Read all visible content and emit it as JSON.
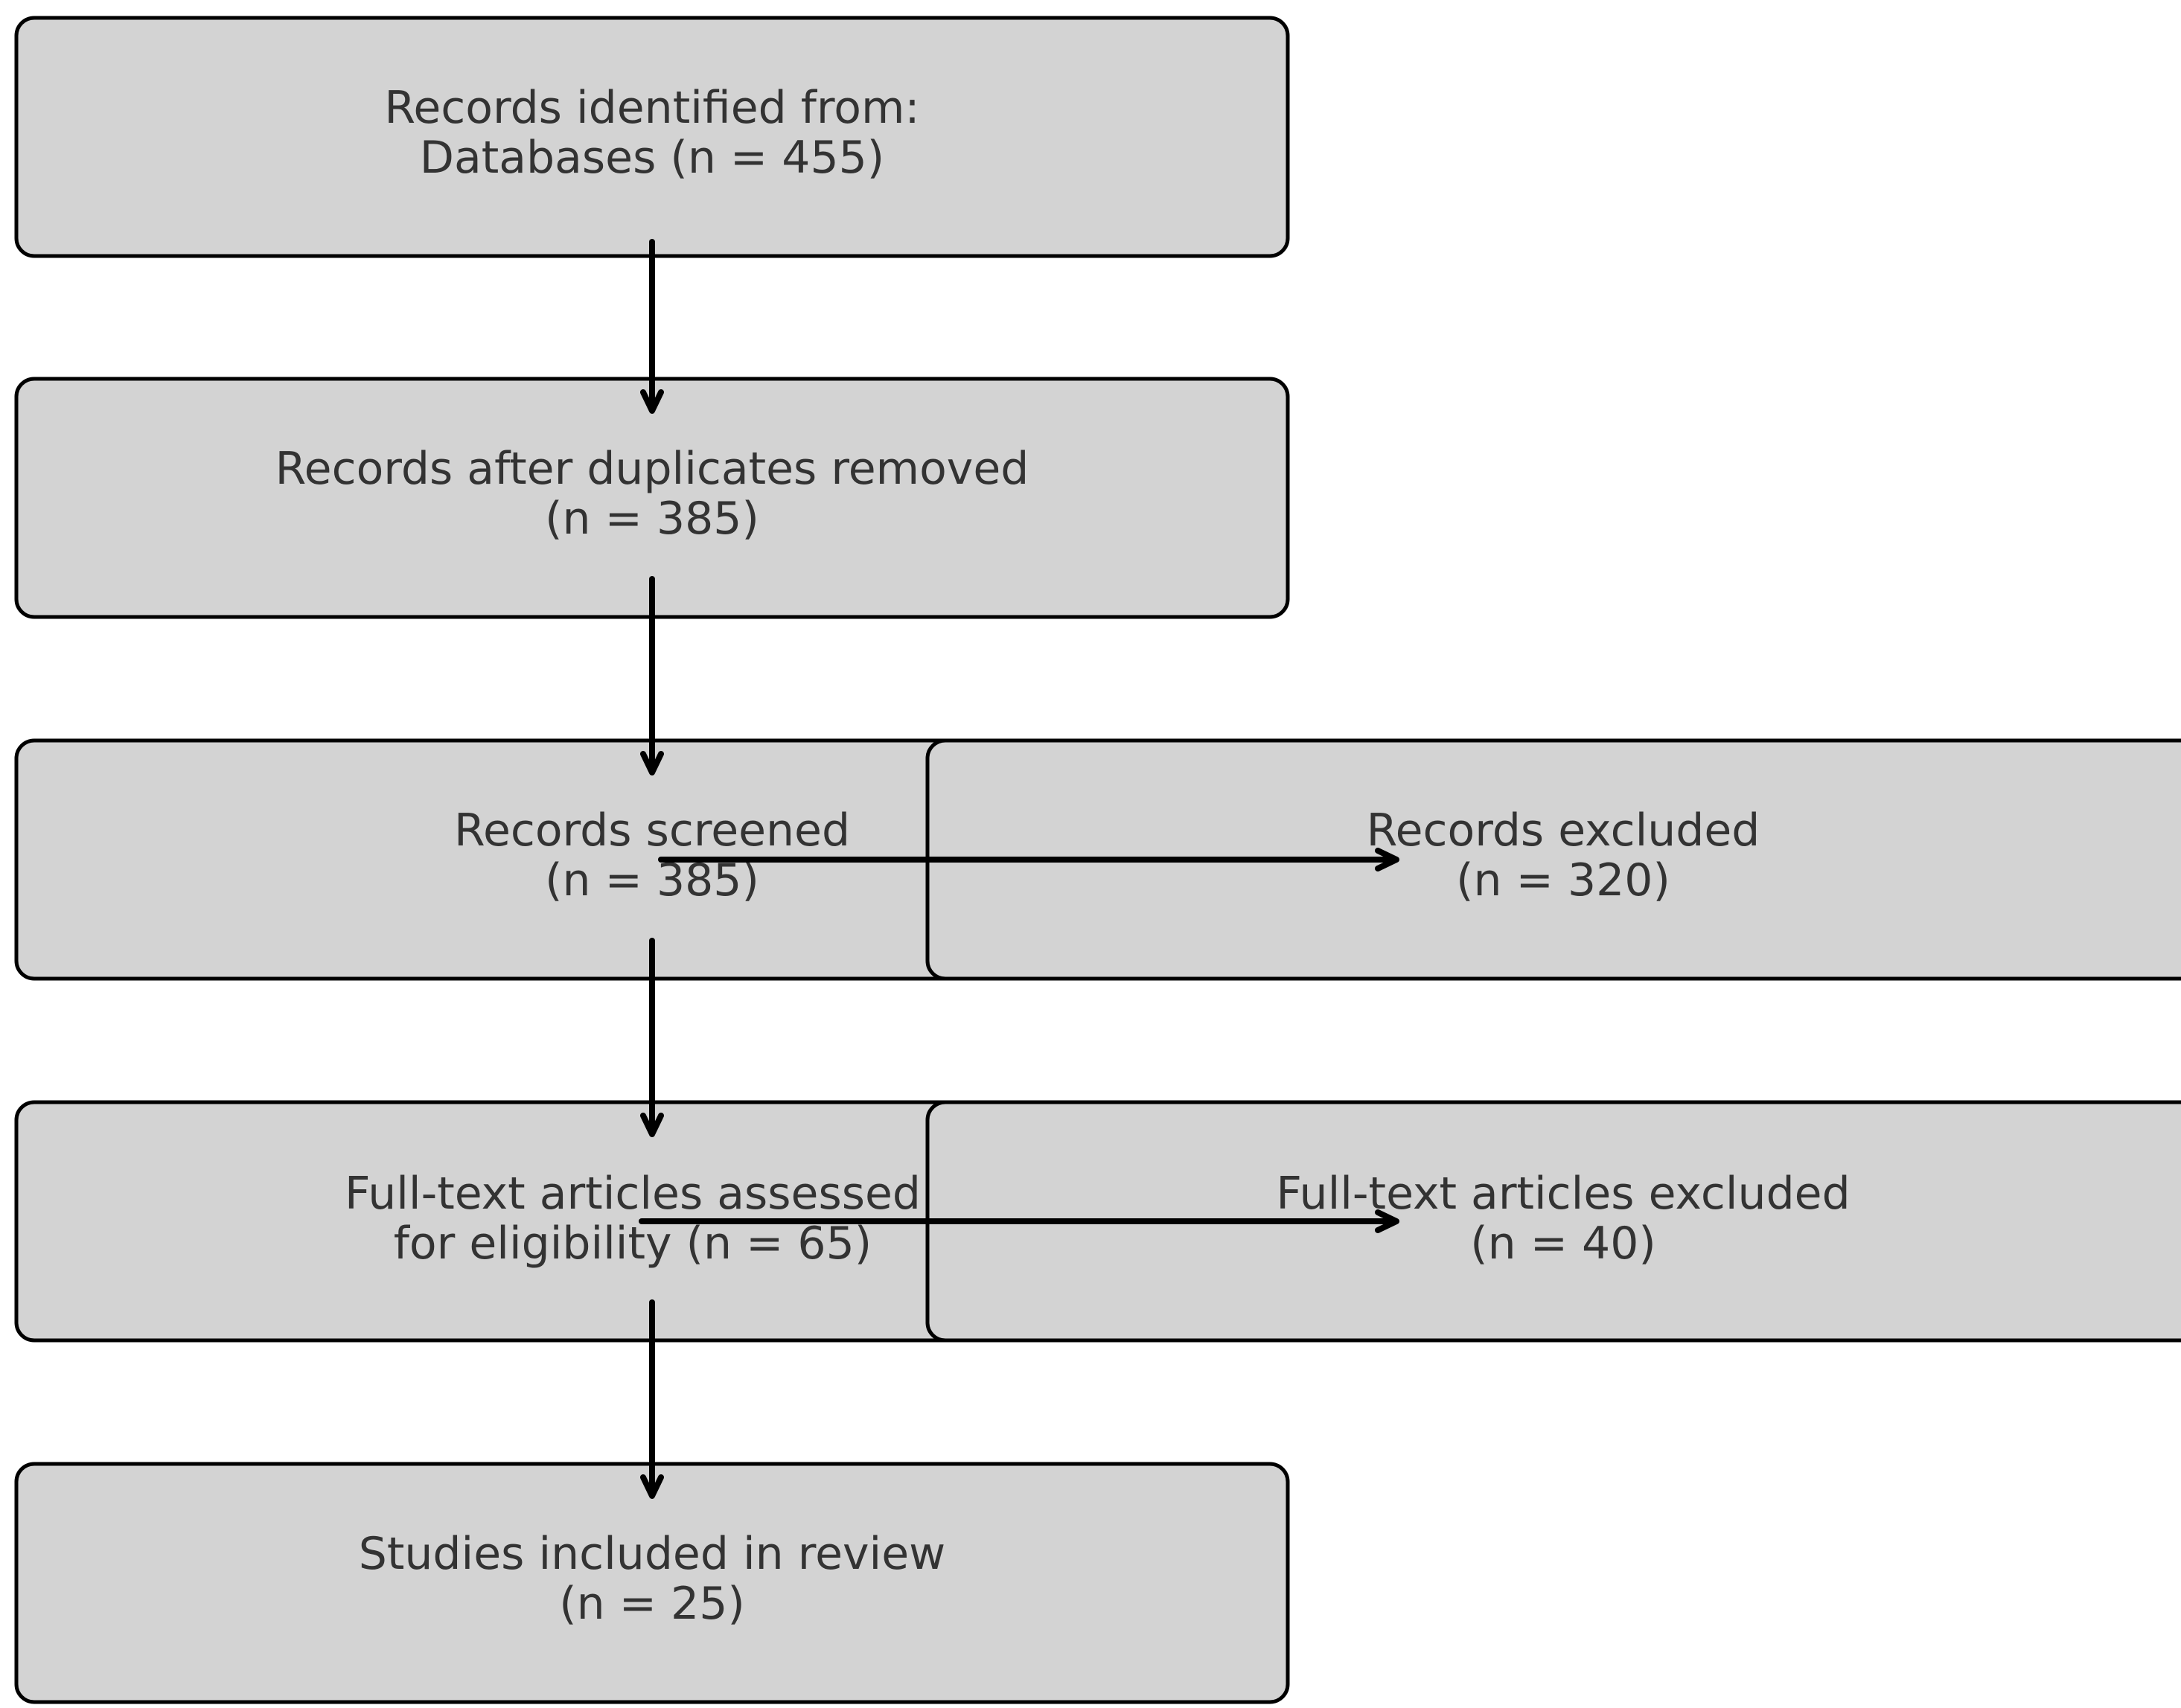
{
  "flow": {
    "identified": {
      "line1": "Records identified from:",
      "line2": "Databases (n = 455)"
    },
    "deduplicated": {
      "line1": "Records after duplicates removed",
      "line2": "(n = 385)"
    },
    "screened": {
      "line1": "Records screened",
      "line2": "(n = 385)"
    },
    "excluded": {
      "line1": "Records excluded",
      "line2": "(n = 320)"
    },
    "fulltext": {
      "line1": "Full-text articles assessed",
      "line2": "for eligibility (n = 65)"
    },
    "fulltext_excluded": {
      "line1": "Full-text articles excluded",
      "line2": "(n = 40)"
    },
    "included": {
      "line1": "Studies included in review",
      "line2": "(n = 25)"
    }
  },
  "colors": {
    "box_fill": "#d3d3d3",
    "box_stroke": "#000000",
    "text": "#333333",
    "arrow": "#000000"
  }
}
